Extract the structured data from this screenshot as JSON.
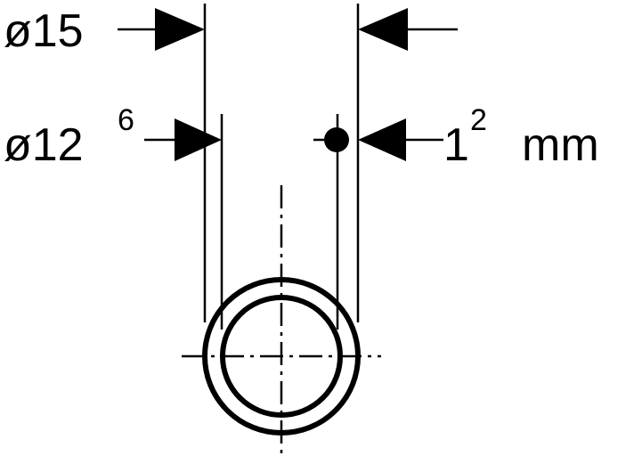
{
  "labels": {
    "outer_prefix": "ø",
    "outer_value": "15",
    "inner_prefix": "ø",
    "inner_value": "12",
    "inner_superscript": "6",
    "wall_value": "1",
    "wall_superscript": "2",
    "wall_unit": "mm"
  },
  "colors": {
    "ink": "#000000",
    "background": "#ffffff"
  }
}
